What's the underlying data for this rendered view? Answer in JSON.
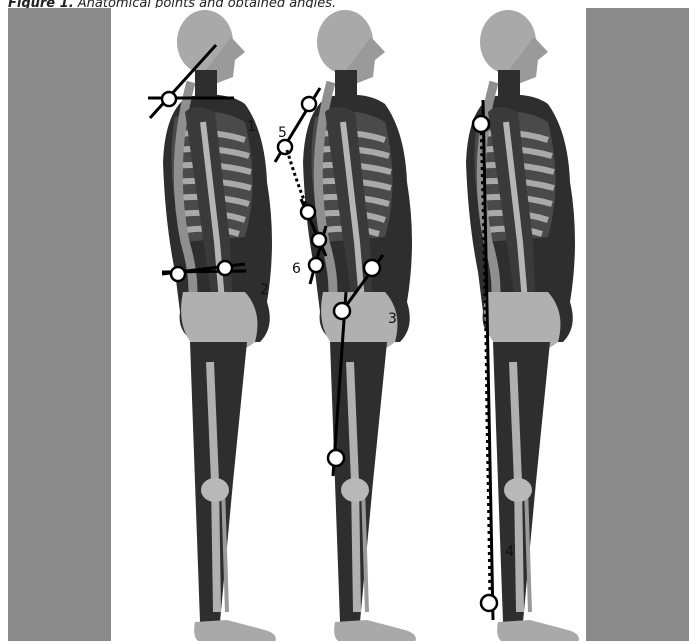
{
  "caption": {
    "figure_label": "Figure 1.",
    "text": "Anatomical points and obtained angles."
  },
  "figures": [
    {
      "id": "head-and-pelvis-angles",
      "markers": [
        "1",
        "2"
      ]
    },
    {
      "id": "spine-and-hip-angles",
      "markers": [
        "5",
        "6",
        "3"
      ]
    },
    {
      "id": "vertical-alignment",
      "markers": [
        "4"
      ]
    }
  ],
  "colors": {
    "side_panel": "#8a8a8a",
    "body_dark": "#2e2e2e",
    "bone_light": "#a9a9a9",
    "marker_fill": "#ffffff",
    "line": "#000000"
  }
}
